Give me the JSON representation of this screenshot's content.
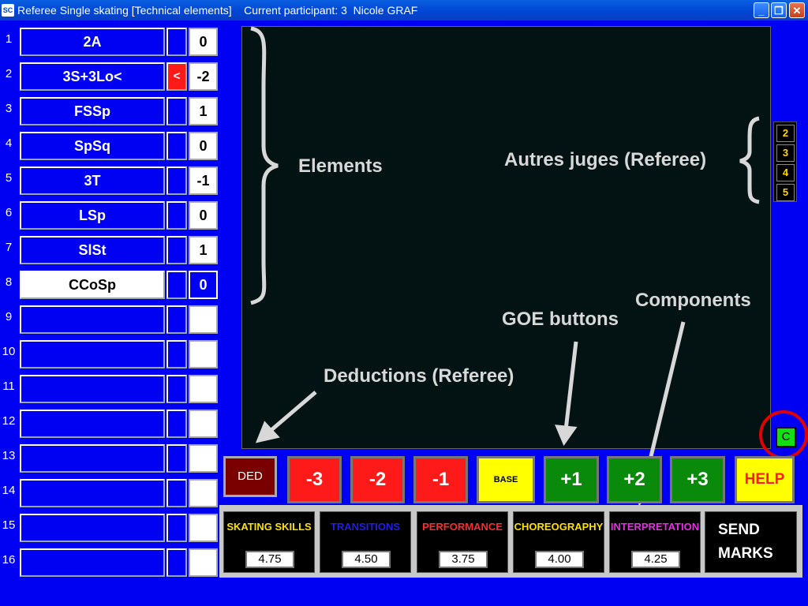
{
  "window": {
    "app_icon": "app-icon",
    "title": "Referee Single skating [Technical elements]    Current participant: 3  Nicole GRAF",
    "controls": {
      "minimize": "_",
      "restore": "❐",
      "close": "✕"
    }
  },
  "elements": [
    {
      "num": "1",
      "name": "2A",
      "mark": "",
      "goe": "0"
    },
    {
      "num": "2",
      "name": "3S+3Lo<",
      "mark": "<",
      "goe": "-2"
    },
    {
      "num": "3",
      "name": "FSSp",
      "mark": "",
      "goe": "1"
    },
    {
      "num": "4",
      "name": "SpSq",
      "mark": "",
      "goe": "0"
    },
    {
      "num": "5",
      "name": "3T",
      "mark": "",
      "goe": "-1"
    },
    {
      "num": "6",
      "name": "LSp",
      "mark": "",
      "goe": "0"
    },
    {
      "num": "7",
      "name": "SlSt",
      "mark": "",
      "goe": "1"
    },
    {
      "num": "8",
      "name": "CCoSp",
      "mark": "",
      "goe": "0"
    },
    {
      "num": "9",
      "name": "",
      "mark": "",
      "goe": ""
    },
    {
      "num": "10",
      "name": "",
      "mark": "",
      "goe": ""
    },
    {
      "num": "11",
      "name": "",
      "mark": "",
      "goe": ""
    },
    {
      "num": "12",
      "name": "",
      "mark": "",
      "goe": ""
    },
    {
      "num": "13",
      "name": "",
      "mark": "",
      "goe": ""
    },
    {
      "num": "14",
      "name": "",
      "mark": "",
      "goe": ""
    },
    {
      "num": "15",
      "name": "",
      "mark": "",
      "goe": ""
    },
    {
      "num": "16",
      "name": "",
      "mark": "",
      "goe": ""
    }
  ],
  "annotations": {
    "elements": "Elements",
    "other_judges": "Autres juges (Referee)",
    "components": "Components",
    "goe_buttons": "GOE buttons",
    "deductions": "Deductions (Referee)"
  },
  "judges": [
    "2",
    "3",
    "4",
    "5"
  ],
  "c_button": "C",
  "buttons": {
    "ded": "DED",
    "minus3": "-3",
    "minus2": "-2",
    "minus1": "-1",
    "base_value": "BASE VALUE",
    "plus1": "+1",
    "plus2": "+2",
    "plus3": "+3",
    "help": "HELP"
  },
  "components": [
    {
      "label": "SKATING SKILLS",
      "value": "4.75",
      "color": "#ffe000"
    },
    {
      "label": "TRANSITIONS",
      "value": "4.50",
      "color": "#1e1ee6"
    },
    {
      "label": "PERFORMANCE",
      "value": "3.75",
      "color": "#ff2a2a"
    },
    {
      "label": "CHOREOGRAPHY",
      "value": "4.00",
      "color": "#ffe000"
    },
    {
      "label": "INTERPRETATION",
      "value": "4.25",
      "color": "#e52ee5"
    }
  ],
  "send": {
    "line1": "SEND",
    "line2": "MARKS"
  },
  "colors": {
    "background": "#0000f2",
    "panel": "#031313",
    "goe_negative": "#ff1a1a",
    "goe_positive": "#0a8a0a",
    "ded": "#7a0000",
    "base_value": "#ffff00",
    "help": "#ffff00",
    "help_text": "#ff1a1a",
    "highlight": "#e30000"
  }
}
